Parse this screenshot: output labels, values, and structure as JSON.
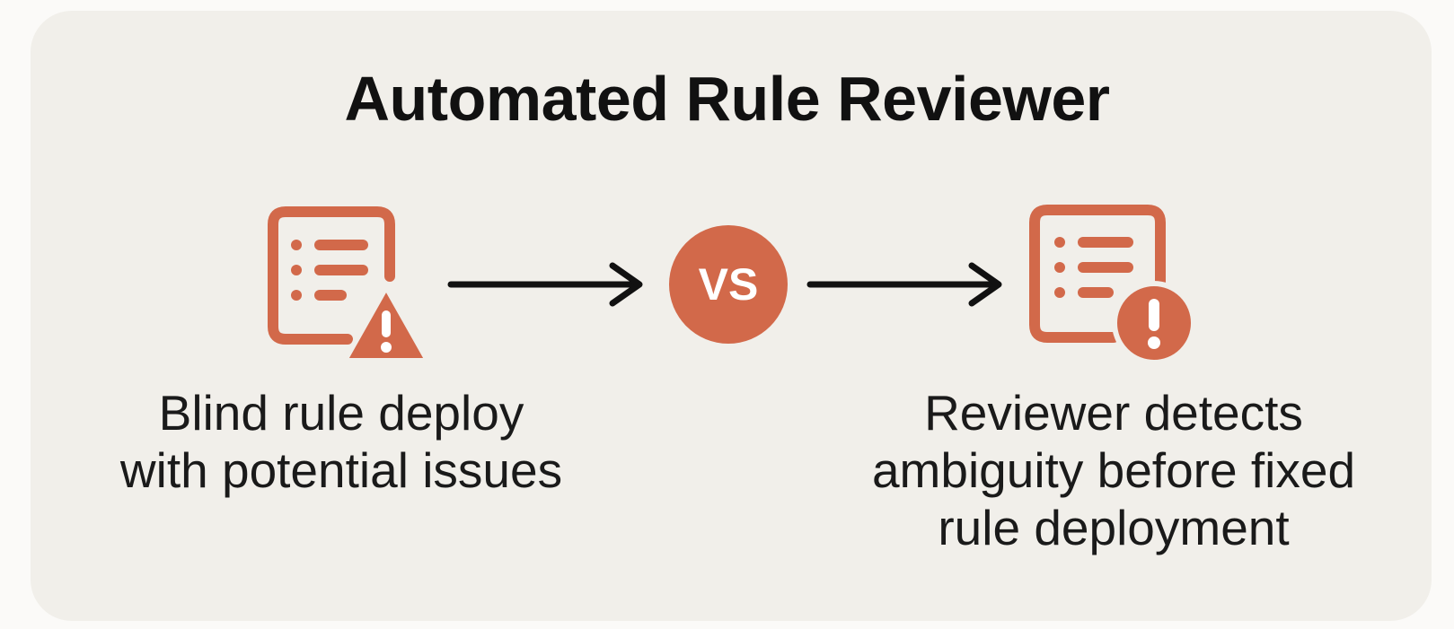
{
  "title": "Automated Rule Reviewer",
  "vs_label": "VS",
  "left": {
    "icon": "document-warning-triangle-icon",
    "caption_lines": [
      "Blind rule deploy",
      "with potential issues"
    ]
  },
  "right": {
    "icon": "document-alert-circle-icon",
    "caption_lines": [
      "Reviewer detects",
      "ambiguity before fixed",
      "rule deployment"
    ]
  },
  "colors": {
    "accent": "#d2694a",
    "text": "#111111",
    "panel": "#f1efea",
    "background": "#fbfaf8"
  }
}
